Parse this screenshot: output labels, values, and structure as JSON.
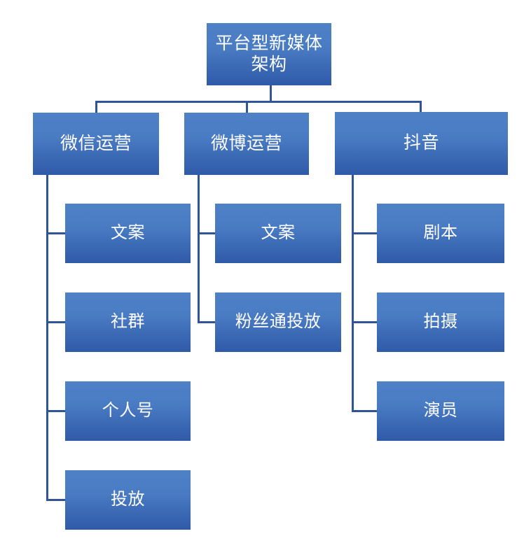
{
  "diagram": {
    "title_text": "平台型新媒体架构",
    "type": "organization-chart",
    "accent_color": "#4472c4",
    "box_gradient_top": "#4f81c7",
    "box_gradient_bottom": "#2f5aa8",
    "connector_color": "#2f5597",
    "background_color": "#ffffff",
    "text_color": "#ffffff"
  },
  "root": {
    "label": "平台型新媒体架构"
  },
  "branches": [
    {
      "label": "微信运营",
      "children": [
        {
          "label": "文案"
        },
        {
          "label": "社群"
        },
        {
          "label": "个人号"
        },
        {
          "label": "投放"
        }
      ]
    },
    {
      "label": "微博运营",
      "children": [
        {
          "label": "文案"
        },
        {
          "label": "粉丝通投放"
        }
      ]
    },
    {
      "label": "抖音",
      "children": [
        {
          "label": "剧本"
        },
        {
          "label": "拍摄"
        },
        {
          "label": "演员"
        }
      ]
    }
  ]
}
